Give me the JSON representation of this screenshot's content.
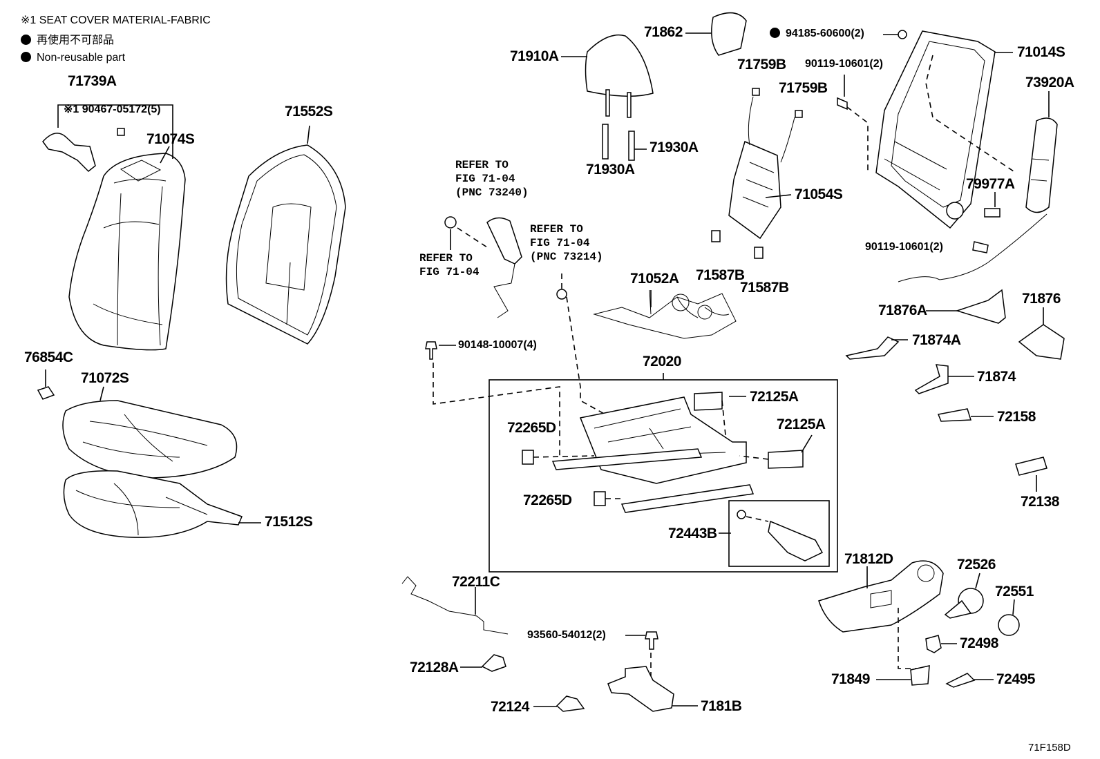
{
  "legend": {
    "cover_note": "※1 SEAT COVER MATERIAL-FABRIC",
    "non_reusable_ja": "再使用不可部品",
    "non_reusable_en": "Non-reusable part"
  },
  "parts": {
    "p71739A": "71739A",
    "p90467": "※1 90467-05172(5)",
    "p71074S": "71074S",
    "p71552S": "71552S",
    "p76854C": "76854C",
    "p71072S": "71072S",
    "p71512S": "71512S",
    "p71862": "71862",
    "p71910A": "71910A",
    "p71930A_r": "71930A",
    "p71930A_l": "71930A",
    "p71759B_a": "71759B",
    "p71759B_b": "71759B",
    "p94185": "94185-60600(2)",
    "p90119_top": "90119-10601(2)",
    "p71014S": "71014S",
    "p73920A": "73920A",
    "p79977A": "79977A",
    "p71054S": "71054S",
    "p90119_bot": "90119-10601(2)",
    "p71587B_a": "71587B",
    "p71587B_b": "71587B",
    "p71052A": "71052A",
    "p90148": "90148-10007(4)",
    "p72020": "72020",
    "p72125A_a": "72125A",
    "p72125A_b": "72125A",
    "p72265D_a": "72265D",
    "p72265D_b": "72265D",
    "p72443B": "72443B",
    "p71876A": "71876A",
    "p71876": "71876",
    "p71874A": "71874A",
    "p71874": "71874",
    "p72158": "72158",
    "p72138": "72138",
    "p71812D": "71812D",
    "p72526": "72526",
    "p72551": "72551",
    "p72498": "72498",
    "p71849": "71849",
    "p72495": "72495",
    "p72211C": "72211C",
    "p93560": "93560-54012(2)",
    "p72128A": "72128A",
    "p72124": "72124",
    "p7181B": "7181B"
  },
  "refs": {
    "ref_73240": "REFER TO\nFIG 71-04\n(PNC 73240)",
    "ref_73214": "REFER TO\nFIG 71-04\n(PNC 73214)",
    "ref_plain": "REFER TO\nFIG 71-04"
  },
  "figure_code": "71F158D"
}
